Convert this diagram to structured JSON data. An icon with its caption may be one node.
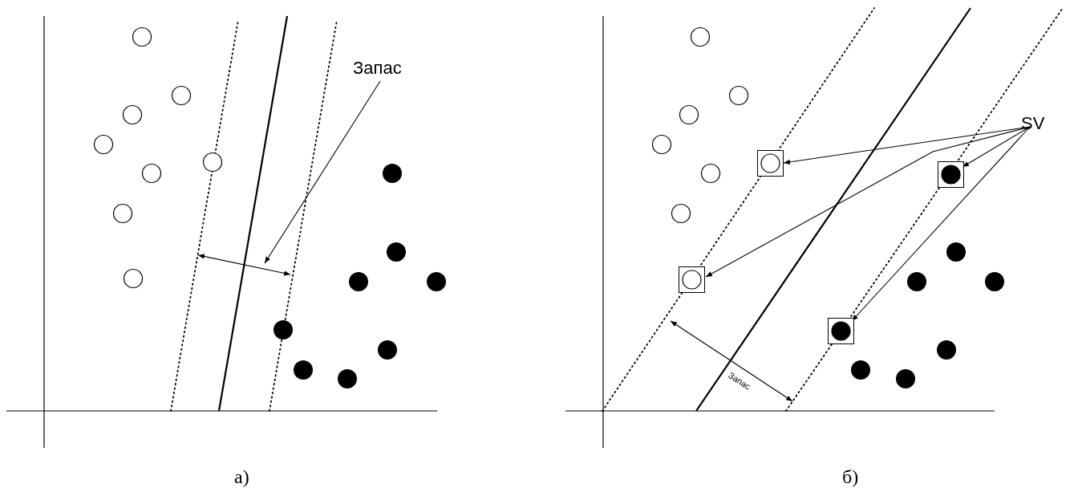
{
  "diagram": {
    "nodes": [
      {
        "text": [
          "Запас"
        ]
      },
      {
        "text": [
          "SV"
        ]
      },
      {
        "text": [],
        "shape": "box"
      },
      {
        "text": [],
        "shape": "box"
      },
      {
        "text": [],
        "shape": "box"
      },
      {
        "text": [],
        "shape": "box"
      }
    ],
    "edges": [
      {
        "from": 0,
        "to": null,
        "arrow": "to"
      },
      {
        "from": 1,
        "to": 2,
        "arrow": "to"
      },
      {
        "from": 1,
        "to": 3,
        "arrow": "to"
      },
      {
        "from": 1,
        "to": 4,
        "arrow": "to"
      },
      {
        "from": 1,
        "to": 5,
        "arrow": "to"
      }
    ],
    "labels": [
      "Запас",
      "а)",
      "б)"
    ]
  }
}
